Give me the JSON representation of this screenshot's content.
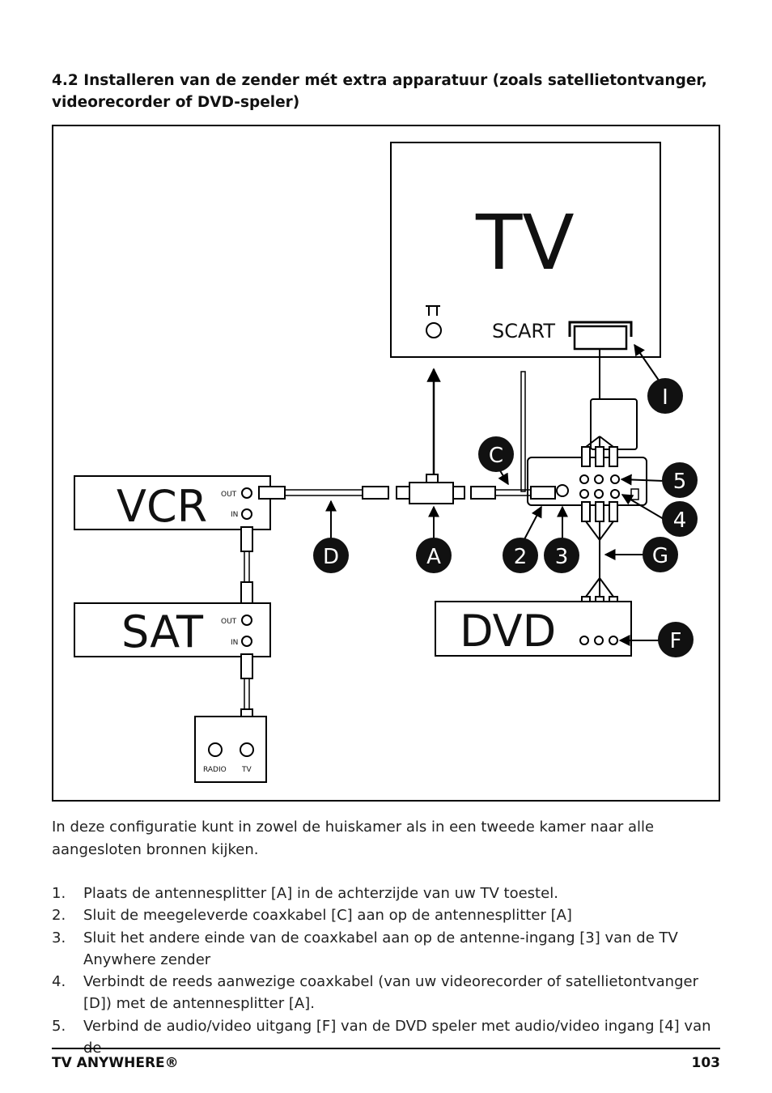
{
  "heading": "4.2 Installeren van de zender mét extra apparatuur (zoals satellietontvanger, videorecorder of DVD-speler)",
  "diagram": {
    "tv_label": "TV",
    "scart_label": "SCART",
    "vcr_label": "VCR",
    "sat_label": "SAT",
    "dvd_label": "DVD",
    "out_label": "OUT",
    "in_label": "IN",
    "wall_radio": "RADIO",
    "wall_tv": "TV",
    "callouts": {
      "I": "I",
      "C": "C",
      "5": "5",
      "4": "4",
      "D": "D",
      "A": "A",
      "2": "2",
      "3": "3",
      "G": "G",
      "F": "F"
    }
  },
  "intro": "In deze configuratie kunt in zowel de huiskamer als in een tweede kamer naar alle aangesloten bronnen kijken.",
  "steps": [
    {
      "num": "1.",
      "text": "Plaats de antennesplitter [A] in de achterzijde van uw TV toestel."
    },
    {
      "num": "2.",
      "text": "Sluit de meegeleverde coaxkabel [C] aan op de antennesplitter [A]"
    },
    {
      "num": "3.",
      "text": "Sluit het andere einde van de coaxkabel aan op de antenne-ingang [3] van de TV Anywhere zender"
    },
    {
      "num": "4.",
      "text": "Verbindt de reeds aanwezige coaxkabel (van uw videorecorder of satellietontvanger [D]) met de antennesplitter [A]."
    },
    {
      "num": "5.",
      "text": "Verbind de audio/video uitgang [F] van de DVD speler met audio/video ingang [4] van de"
    }
  ],
  "footer": {
    "brand": "TV ANYWHERE®",
    "page": "103"
  }
}
